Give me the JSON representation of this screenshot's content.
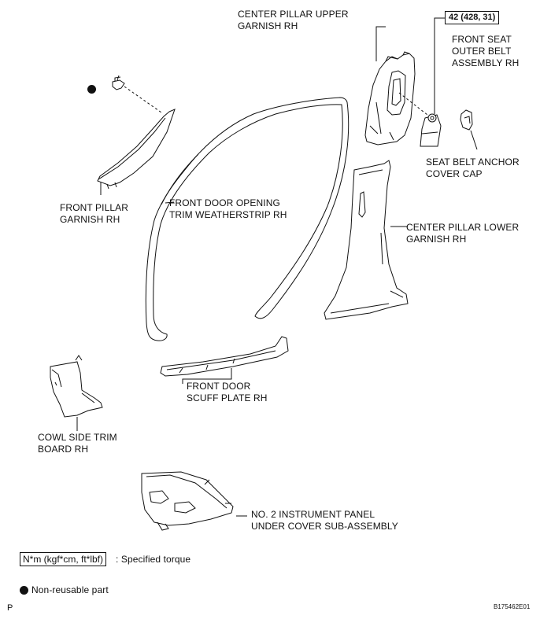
{
  "labels": {
    "center_pillar_upper": [
      "CENTER PILLAR UPPER",
      "GARNISH RH"
    ],
    "front_seat_belt": [
      "FRONT SEAT",
      "OUTER BELT",
      "ASSEMBLY RH"
    ],
    "seat_belt_cap": [
      "SEAT BELT ANCHOR",
      "COVER CAP"
    ],
    "front_pillar": [
      "FRONT PILLAR",
      "GARNISH RH"
    ],
    "door_weatherstrip": [
      "FRONT DOOR OPENING",
      "TRIM WEATHERSTRIP RH"
    ],
    "center_pillar_lower": [
      "CENTER PILLAR LOWER",
      "GARNISH RH"
    ],
    "scuff_plate": [
      "FRONT DOOR",
      "SCUFF PLATE RH"
    ],
    "cowl_side": [
      "COWL SIDE TRIM",
      "BOARD RH"
    ],
    "instrument_cover": [
      "NO. 2 INSTRUMENT PANEL",
      "UNDER COVER SUB-ASSEMBLY"
    ]
  },
  "torque_value": "42 (428, 31)",
  "legend": {
    "torque_box": "N*m (kgf*cm, ft*lbf)",
    "torque_text": ": Specified torque",
    "nonreusable_text": "Non-reusable part"
  },
  "corner_letter": "P",
  "figure_id": "B175462E01"
}
